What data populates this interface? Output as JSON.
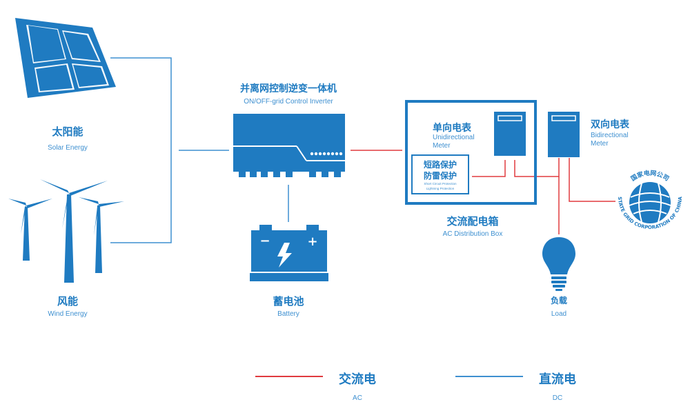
{
  "colors": {
    "blue": "#1f7bc1",
    "light_blue": "#3d8fd0",
    "red": "#e03a3e",
    "white": "#ffffff"
  },
  "solar": {
    "zh": "太阳能",
    "en": "Solar Energy",
    "icon": "solar-panel-icon"
  },
  "wind": {
    "zh": "风能",
    "en": "Wind Energy",
    "icon": "wind-turbine-icon"
  },
  "inverter": {
    "zh": "并离网控制逆变一体机",
    "en": "ON/OFF-grid Control Inverter",
    "icon": "inverter-icon"
  },
  "battery": {
    "zh": "蓄电池",
    "en": "Battery",
    "icon": "battery-icon",
    "minus": "−",
    "plus": "+"
  },
  "unidirectional_meter": {
    "zh": "单向电表",
    "en_line1": "Unidirectional",
    "en_line2": "Meter",
    "icon": "meter-icon"
  },
  "protection": {
    "zh_line1": "短路保护",
    "zh_line2": "防雷保护",
    "en_line1": "Short Circuit Protection",
    "en_line2": "Lightning Protection"
  },
  "distribution_box": {
    "zh": "交流配电箱",
    "en": "AC Distribution Box"
  },
  "bidirectional_meter": {
    "zh": "双向电表",
    "en_line1": "Bidirectional",
    "en_line2": "Meter",
    "icon": "meter-icon"
  },
  "state_grid": {
    "zh": "国家电网公司",
    "en": "STATE GRID CORPORATION OF CHINA",
    "icon": "state-grid-logo"
  },
  "load": {
    "zh": "负载",
    "en": "Load",
    "icon": "light-bulb-icon"
  },
  "legend": [
    {
      "zh": "交流电",
      "en": "AC",
      "color": "#e03a3e"
    },
    {
      "zh": "直流电",
      "en": "DC",
      "color": "#3d8fd0"
    }
  ]
}
